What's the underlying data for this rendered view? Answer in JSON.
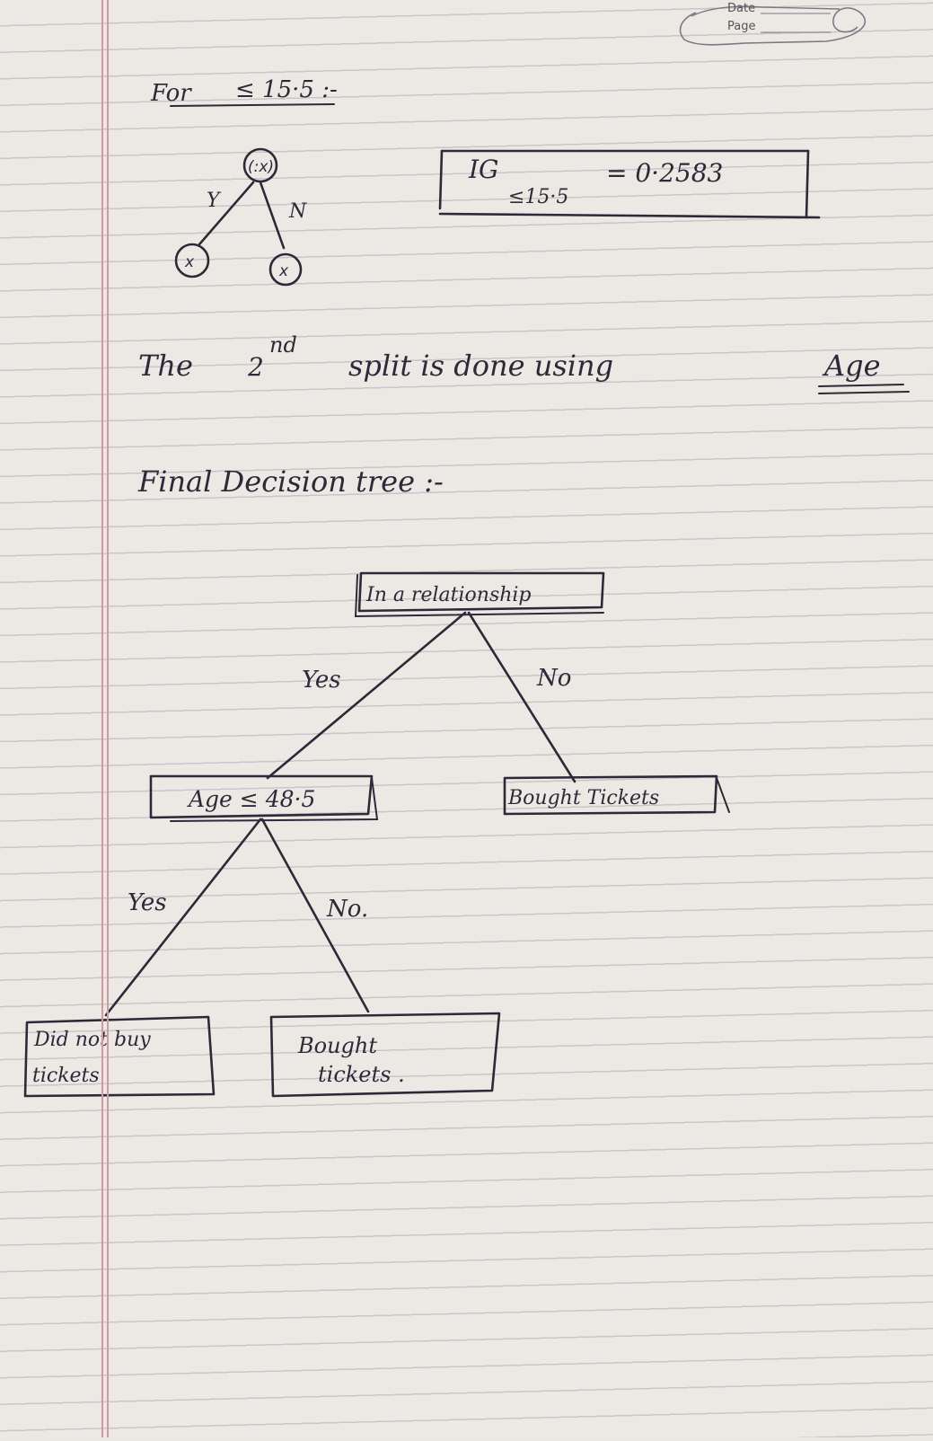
{
  "header": {
    "date_label": "Date",
    "page_label": "Page"
  },
  "section": {
    "heading_prefix": "For",
    "heading_condition": "≤ 15·5 :-",
    "mini_tree": {
      "root_symbol": "(:x)",
      "yes_label": "Y",
      "no_label": "N",
      "left_symbol": "x",
      "right_symbol": "x"
    },
    "ig": {
      "label": "IG",
      "subscript": "≤15·5",
      "value": "= 0·2583"
    }
  },
  "statement": {
    "before": "The",
    "ordinal_number": "2",
    "ordinal_suffix": "nd",
    "after": "split is done using",
    "attribute": "Age"
  },
  "final_title": "Final Decision tree :-",
  "decision_tree": {
    "root": "In a relationship",
    "root_yes": "Yes",
    "root_no": "No",
    "age_node": "Age ≤ 48·5",
    "right_leaf": "Bought Tickets",
    "age_yes": "Yes",
    "age_no": "No.",
    "leaf_no_buy_line1": "Did not buy",
    "leaf_no_buy_line2": "tickets",
    "leaf_bought_line1": "Bought",
    "leaf_bought_line2": "tickets ."
  },
  "colors": {
    "ink": "#2c2a38",
    "paper": "#ece9e5",
    "margin": "#cf9aa0",
    "rule": "#9696a0"
  }
}
